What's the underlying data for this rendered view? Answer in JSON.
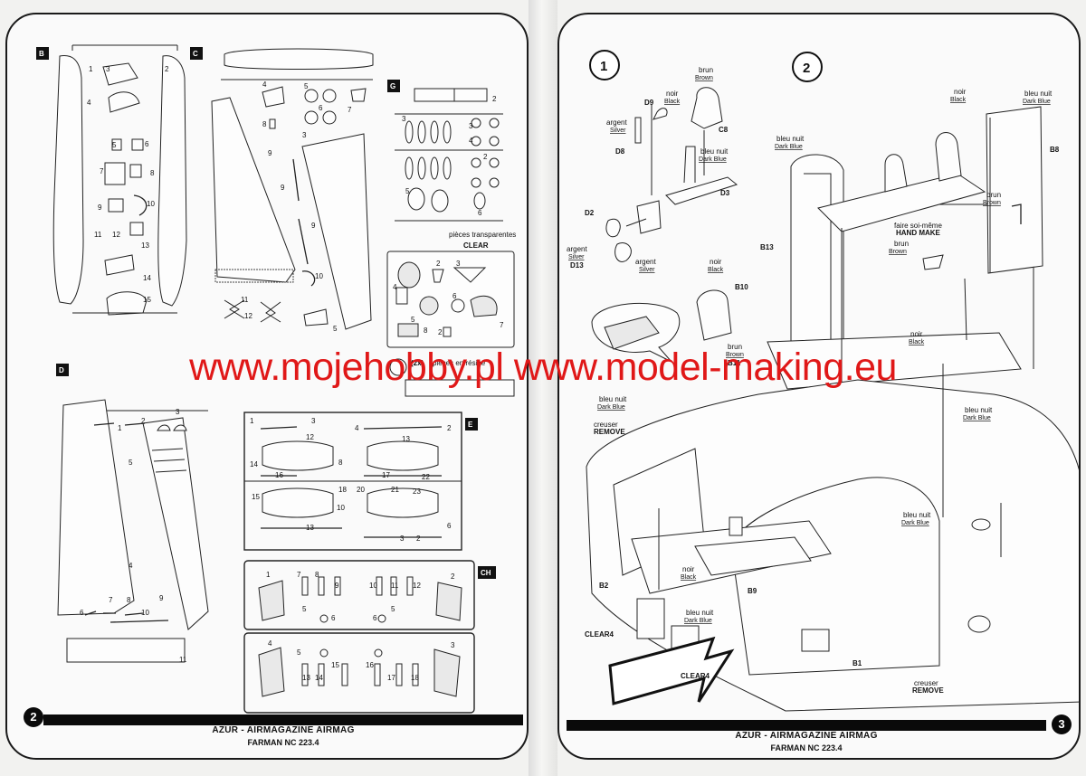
{
  "watermark": "www.mojehobby.pl www.model-making.eu",
  "left_page": {
    "sections": [
      "B",
      "C",
      "G",
      "D",
      "E",
      "CH"
    ],
    "clear_label": {
      "fr": "pièces transparentes",
      "en": "CLEAR"
    },
    "resin_note": {
      "qty": "(2x)",
      "fr": "pièces en résine"
    },
    "footer": {
      "title": "AZUR - AIRMAGAZINE AIRMAG",
      "subtitle": "FARMAN NC 223.4",
      "page_number": "2"
    }
  },
  "right_page": {
    "steps": [
      "1",
      "2"
    ],
    "callouts": {
      "brun_brown_1": {
        "fr": "brun",
        "en": "Brown"
      },
      "noir_black_1": {
        "fr": "noir",
        "en": "Black"
      },
      "argent_silver_1": {
        "fr": "argent",
        "en": "Silver"
      },
      "bleu_nuit_1": {
        "fr": "bleu nuit",
        "en": "Dark Blue"
      },
      "argent_silver_2": {
        "fr": "argent",
        "en": "Silver"
      },
      "argent_silver_3": {
        "fr": "argent",
        "en": "Silver"
      },
      "noir_black_2": {
        "fr": "noir",
        "en": "Black"
      },
      "bleu_nuit_2": {
        "fr": "bleu nuit",
        "en": "Dark Blue"
      },
      "noir_black_3": {
        "fr": "noir",
        "en": "Black"
      },
      "bleu_nuit_3": {
        "fr": "bleu nuit",
        "en": "Dark Blue"
      },
      "brun_brown_2": {
        "fr": "brun",
        "en": "Brown"
      },
      "hand_make": {
        "fr": "faire soi-même",
        "en": "HAND MAKE"
      },
      "brun_brown_3": {
        "fr": "brun",
        "en": "Brown"
      },
      "noir_black_4": {
        "fr": "noir",
        "en": "Black"
      },
      "brun_brown_4": {
        "fr": "brun",
        "en": "Brown"
      },
      "bleu_nuit_4": {
        "fr": "bleu nuit",
        "en": "Dark Blue"
      },
      "bleu_nuit_5": {
        "fr": "bleu nuit",
        "en": "Dark Blue"
      },
      "creuser_1": {
        "fr": "creuser",
        "en": "REMOVE"
      },
      "bleu_nuit_6": {
        "fr": "bleu nuit",
        "en": "Dark Blue"
      },
      "noir_black_5": {
        "fr": "noir",
        "en": "Black"
      },
      "bleu_nuit_7": {
        "fr": "bleu nuit",
        "en": "Dark Blue"
      },
      "creuser_2": {
        "fr": "creuser",
        "en": "REMOVE"
      }
    },
    "part_labels": {
      "d9": "D9",
      "c8": "C8",
      "d8": "D8",
      "d3": "D3",
      "d2": "D2",
      "d13": "D13",
      "b8": "B8",
      "b13": "B13",
      "b10": "B10",
      "b11": "B11",
      "b2": "B2",
      "b9": "B9",
      "b1": "B1",
      "clear4a": "CLEAR4",
      "clear4b": "CLEAR4"
    },
    "footer": {
      "title": "AZUR - AIRMAGAZINE AIRMAG",
      "subtitle": "FARMAN NC 223.4",
      "page_number": "3"
    }
  }
}
